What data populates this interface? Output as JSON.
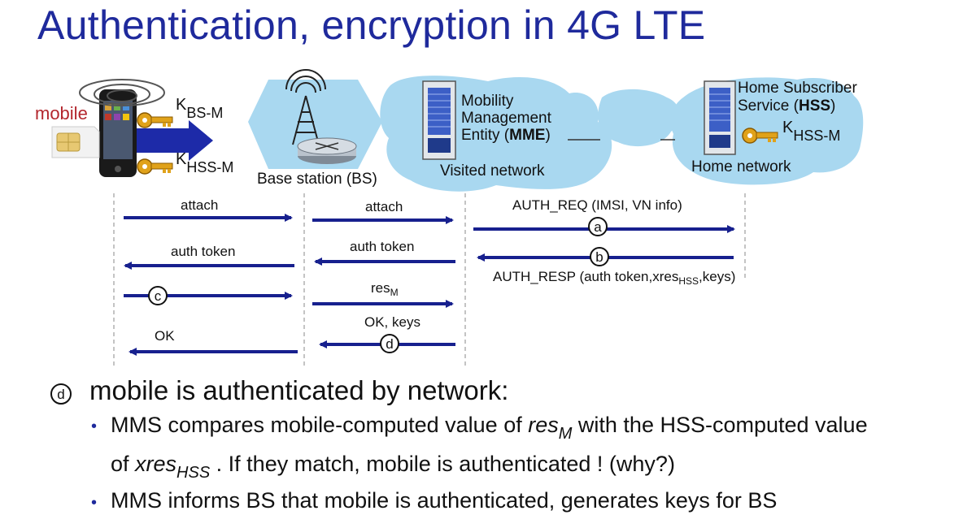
{
  "title": "Authentication, encryption in 4G LTE",
  "entities": {
    "mobile": "mobile",
    "key_bs_m": {
      "main": "K",
      "sub": "BS-M"
    },
    "key_hss_m_mobile": {
      "main": "K",
      "sub": "HSS-M"
    },
    "key_hss_m_home": {
      "main": "K",
      "sub": "HSS-M"
    },
    "base_station": "Base station (BS)",
    "mme_line1": "Mobility",
    "mme_line2": "Management",
    "mme_line3_pre": "Entity (",
    "mme_line3_bold": "MME",
    "mme_line3_post": ")",
    "visited_network": "Visited network",
    "hss_line1": "Home Subscriber",
    "hss_line2_pre": "Service (",
    "hss_line2_bold": "HSS",
    "hss_line2_post": ")",
    "home_network": "Home network"
  },
  "messages": {
    "attach_1": "attach",
    "attach_2": "attach",
    "auth_req": "AUTH_REQ (IMSI, VN info)",
    "auth_token_1": "auth token",
    "auth_token_2": "auth token",
    "auth_resp_pre": "AUTH_RESP (auth token,xres",
    "auth_resp_sub": "HSS",
    "auth_resp_post": ",keys)",
    "res_main": "res",
    "res_sub": "M",
    "ok_keys": "OK, keys",
    "ok": "OK"
  },
  "markers": {
    "a": "a",
    "b": "b",
    "c": "c",
    "d": "d"
  },
  "bottom": {
    "marker": "d",
    "heading": "mobile is authenticated by network:",
    "bullet1_a": "MMS compares mobile-computed value of ",
    "bullet1_res": "res",
    "bullet1_res_sub": "M",
    "bullet1_b": " with the HSS-computed value",
    "bullet1_c": "of ",
    "bullet1_xres": "xres",
    "bullet1_xres_sub": "HSS",
    "bullet1_d": " . If they match, mobile is authenticated ! (why?)",
    "bullet2": "MMS informs BS that mobile is authenticated, generates keys for BS",
    "bullet_symbol": "•"
  },
  "colors": {
    "title": "#1f2a9c",
    "arrow": "#17208e",
    "cloud": "#a9d8f0",
    "mobile_label": "#b3262d",
    "key": "#e0a21a"
  }
}
